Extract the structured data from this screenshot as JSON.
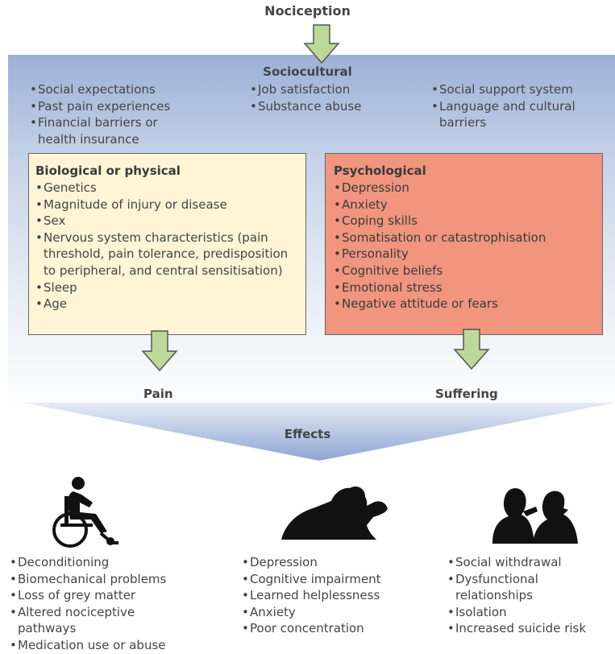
{
  "top": {
    "title": "Nociception"
  },
  "sociocultural": {
    "title": "Sociocultural",
    "col1": [
      "Social expectations",
      "Past pain experiences",
      "Financial barriers or health insurance"
    ],
    "col2": [
      "Job satisfaction",
      "Substance abuse"
    ],
    "col3": [
      "Social support system",
      "Language and cultural barriers"
    ]
  },
  "biological": {
    "title": "Biological or physical",
    "items": [
      "Genetics",
      "Magnitude of injury or disease",
      "Sex",
      "Nervous system characteristics (pain threshold, pain tolerance, predisposition to peripheral, and central sensitisation)",
      "Sleep",
      "Age"
    ]
  },
  "psychological": {
    "title": "Psychological",
    "items": [
      "Depression",
      "Anxiety",
      "Coping skills",
      "Somatisation or catastrophisation",
      "Personality",
      "Cognitive beliefs",
      "Emotional stress",
      "Negative attitude or fears"
    ]
  },
  "outcomes": {
    "left": "Pain",
    "right": "Suffering"
  },
  "effects": {
    "title": "Effects",
    "col1": [
      "Deconditioning",
      "Biomechanical problems",
      "Loss of grey matter",
      "Altered nociceptive pathways",
      "Medication use or abuse"
    ],
    "col2": [
      "Depression",
      "Cognitive impairment",
      "Learned helplessness",
      "Anxiety",
      "Poor concentration"
    ],
    "col3": [
      "Social withdrawal",
      "Dysfunctional relationships",
      "Isolation",
      "Increased suicide risk"
    ]
  },
  "colors": {
    "arrow_fill": "#bcd99a",
    "arrow_stroke": "#555555",
    "band_top": "#9cb1d6",
    "bio_box": "#fdf5d6",
    "psy_box": "#f1957f"
  },
  "icons": [
    "wheelchair-person-icon",
    "head-in-hands-icon",
    "two-people-facing-icon"
  ]
}
